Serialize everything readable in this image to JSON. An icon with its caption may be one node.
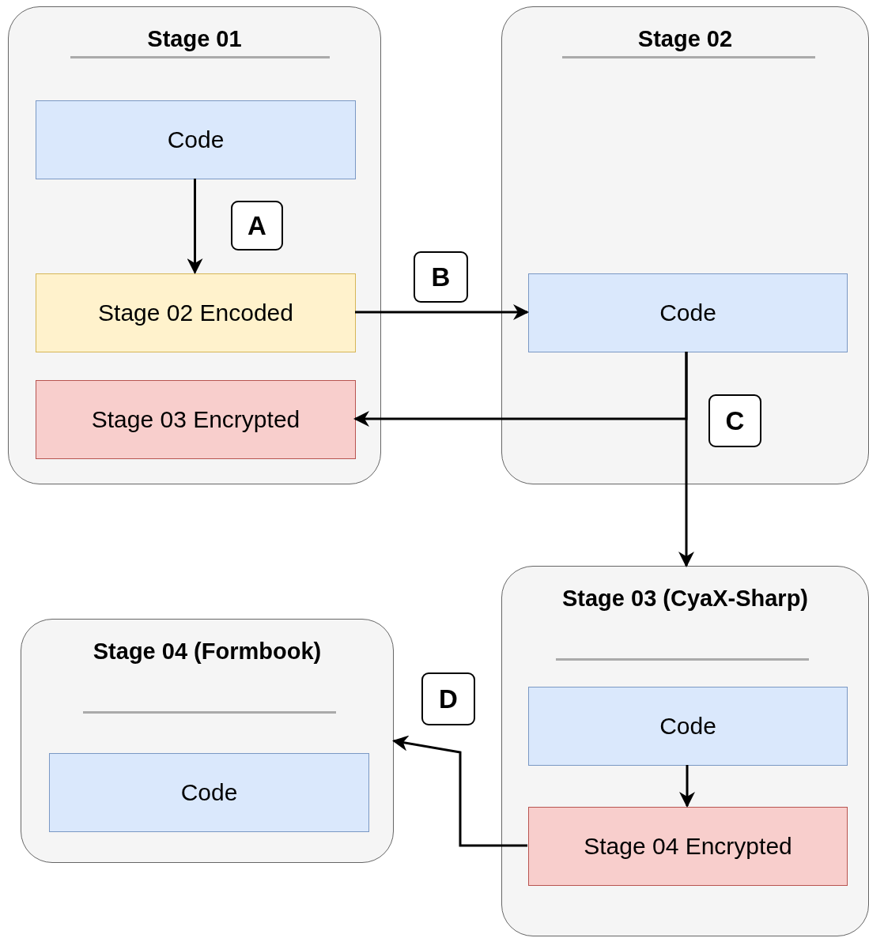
{
  "diagram": {
    "nodes": [
      {
        "text": [
          "Stage 01"
        ]
      },
      {
        "text": [
          "Code"
        ],
        "in": 0
      },
      {
        "text": [
          "Stage 02 Encoded"
        ],
        "in": 0
      },
      {
        "text": [
          "Stage 03 Encrypted"
        ],
        "in": 0
      },
      {
        "text": [
          "Stage 02"
        ]
      },
      {
        "text": [
          "Code"
        ],
        "in": 4
      },
      {
        "text": [
          "Stage 03 (CyaX-Sharp)"
        ]
      },
      {
        "text": [
          "Code"
        ],
        "in": 6
      },
      {
        "text": [
          "Stage 04 Encrypted"
        ],
        "in": 6
      },
      {
        "text": [
          "Stage 04 (Formbook)"
        ]
      },
      {
        "text": [
          "Code"
        ],
        "in": 9
      },
      {
        "text": [
          "A"
        ],
        "in": 0
      },
      {
        "text": [
          "B"
        ]
      },
      {
        "text": [
          "C"
        ],
        "in": 4
      },
      {
        "text": [
          "D"
        ]
      }
    ],
    "edges": [
      {
        "from": 1,
        "to": 2,
        "arrow": "to"
      },
      {
        "from": 2,
        "to": 5,
        "arrow": "to"
      },
      {
        "from": 5,
        "to": 3,
        "arrow": "to"
      },
      {
        "from": 5,
        "to": 6,
        "arrow": "to"
      },
      {
        "from": 7,
        "to": 8,
        "arrow": "to"
      },
      {
        "from": 8,
        "to": 9,
        "arrow": "to"
      }
    ]
  }
}
